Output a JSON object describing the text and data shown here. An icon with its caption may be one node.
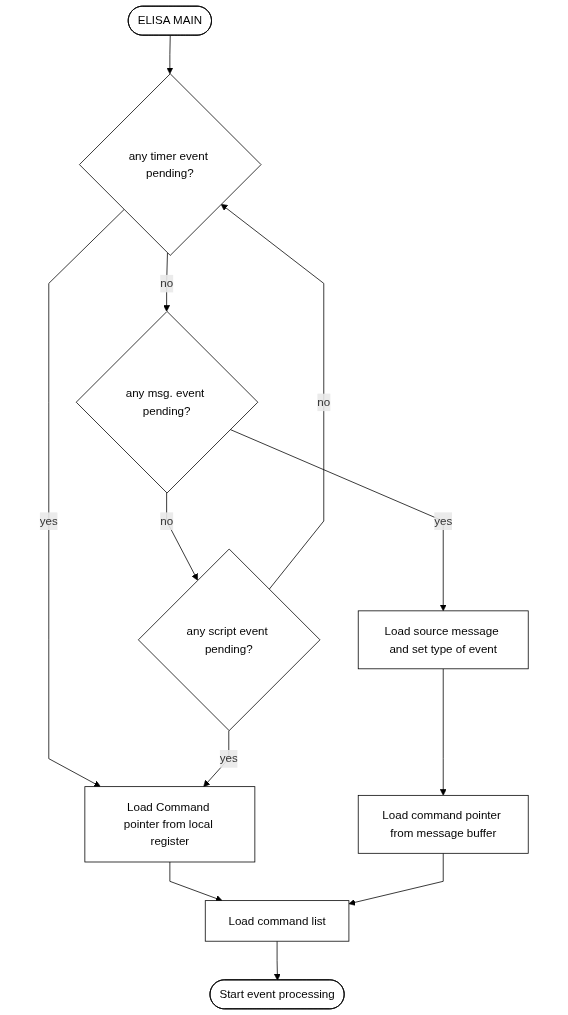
{
  "diagram": {
    "nodes": [
      {
        "text": [
          "ELISA MAIN"
        ]
      },
      {
        "text": [
          "any timer event pending?"
        ]
      },
      {
        "text": [
          "any msg. event pending?"
        ]
      },
      {
        "text": [
          "any script event pending?"
        ]
      },
      {
        "text": [
          "Load source message and set type of event"
        ]
      },
      {
        "text": [
          "Load Command pointer from local register"
        ]
      },
      {
        "text": [
          "Load command pointer from message buffer"
        ]
      },
      {
        "text": [
          "Load command list"
        ]
      },
      {
        "text": [
          "Start event processing"
        ]
      }
    ],
    "edges": [
      {
        "from": 0,
        "to": 1,
        "arrow": "to"
      },
      {
        "from": 1,
        "to": 2,
        "arrow": "to",
        "label": "no"
      },
      {
        "from": 1,
        "to": 5,
        "arrow": "to",
        "label": "yes"
      },
      {
        "from": 2,
        "to": 3,
        "arrow": "to",
        "label": "no"
      },
      {
        "from": 2,
        "to": 4,
        "arrow": "to",
        "label": "yes"
      },
      {
        "from": 3,
        "to": 1,
        "arrow": "to",
        "label": "no"
      },
      {
        "from": 3,
        "to": 5,
        "arrow": "to",
        "label": "yes"
      },
      {
        "from": 4,
        "to": 6,
        "arrow": "to"
      },
      {
        "from": 5,
        "to": 7,
        "arrow": "to"
      },
      {
        "from": 6,
        "to": 7,
        "arrow": "to"
      },
      {
        "from": 7,
        "to": 8,
        "arrow": "to"
      }
    ]
  }
}
